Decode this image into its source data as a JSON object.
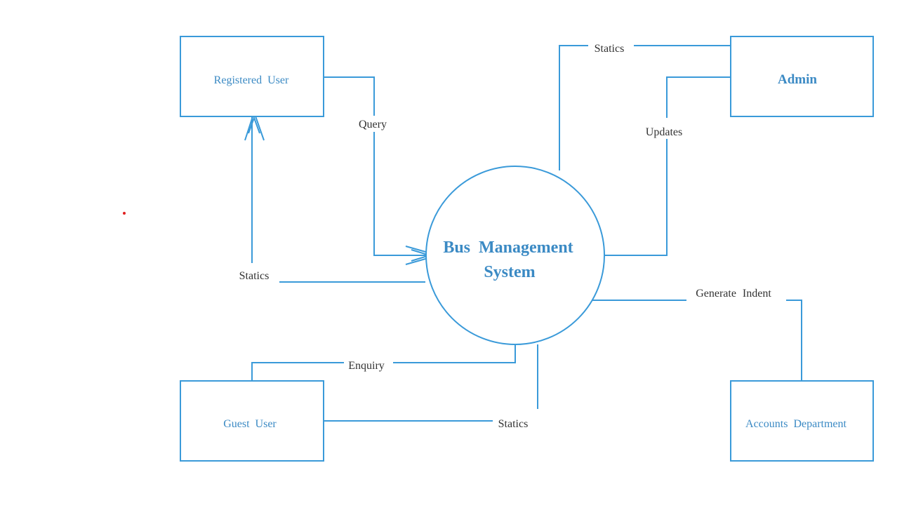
{
  "colors": {
    "stroke": "#3a9ad9",
    "entity_text": "#3b8ac4",
    "flow_text": "#333333",
    "marker": "#e02020"
  },
  "process": {
    "line1": "Bus Management",
    "line2": "System"
  },
  "entities": {
    "registered_user": "Registered User",
    "admin": "Admin",
    "guest_user": "Guest User",
    "accounts_department": "Accounts Department"
  },
  "flows": {
    "admin_statics": "Statics",
    "query": "Query",
    "updates": "Updates",
    "registered_statics": "Statics",
    "generate_indent": "Generate Indent",
    "enquiry": "Enquiry",
    "guest_statics": "Statics"
  }
}
